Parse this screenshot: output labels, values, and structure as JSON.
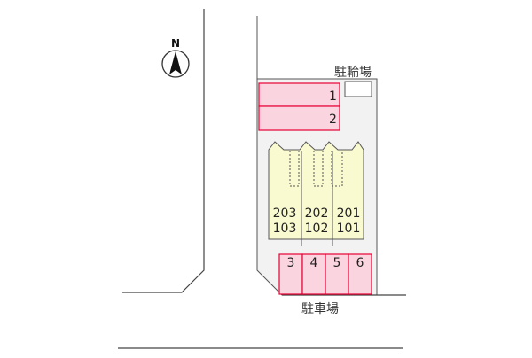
{
  "compass": {
    "label": "N"
  },
  "labels": {
    "bicycle_parking": "駐輪場",
    "car_parking": "駐車場"
  },
  "parking": {
    "top_spaces": [
      "1",
      "2"
    ],
    "bottom_spaces": [
      "3",
      "4",
      "5",
      "6"
    ]
  },
  "building": {
    "units": [
      {
        "upper": "203",
        "lower": "103"
      },
      {
        "upper": "202",
        "lower": "102"
      },
      {
        "upper": "201",
        "lower": "101"
      }
    ]
  },
  "colors": {
    "lot": "#f2f2f2",
    "parking_fill": "#fad5e0",
    "parking_stroke": "#e60033",
    "building_fill": "#fafad0",
    "line": "#444444"
  }
}
